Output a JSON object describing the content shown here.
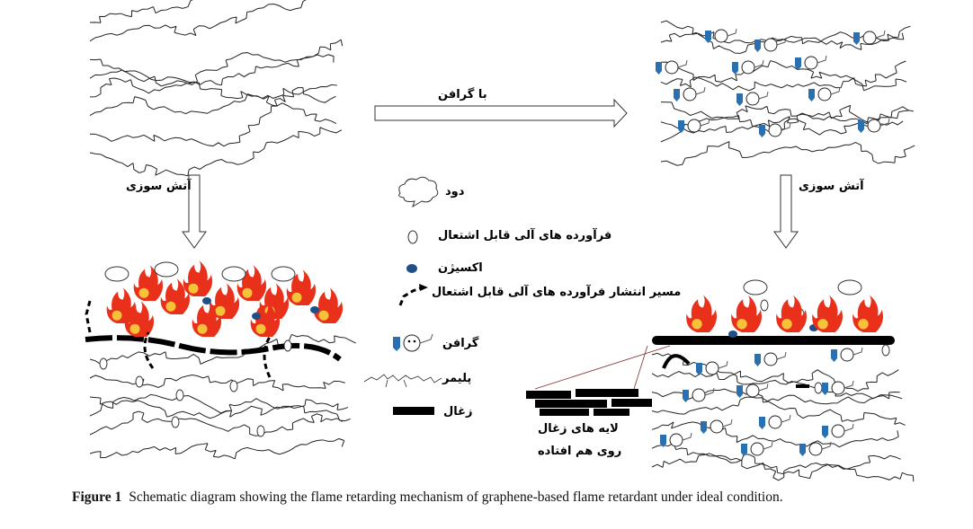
{
  "labels": {
    "with_graphene": "با گرافن",
    "fire_left": "آتش سوزی",
    "fire_right": "آتش سوزی",
    "overlapping_char_line1": "لایه های زغال",
    "overlapping_char_line2": "روی هم افتاده"
  },
  "legend": [
    {
      "icon": "smoke-cloud-icon",
      "label": "دود"
    },
    {
      "icon": "combustible-product-circle-icon",
      "label": "فرآورده های آلی قابل اشتعال"
    },
    {
      "icon": "oxygen-sphere-icon",
      "label": "اکسیژن"
    },
    {
      "icon": "diffusion-path-arrow-icon",
      "label": "مسیر انتشار فرآورده های آلی قابل اشتعال"
    },
    {
      "icon": "graphene-character-icon",
      "label": "گرافن"
    },
    {
      "icon": "polymer-chain-icon",
      "label": "پلیمر"
    },
    {
      "icon": "char-bar-icon",
      "label": "زغال"
    }
  ],
  "caption": {
    "number": "Figure 1",
    "text": "Schematic diagram showing the flame retarding mechanism of graphene-based flame retardant under ideal condition."
  },
  "colors": {
    "flame": "#e8301a",
    "flame_core": "#f6c23a",
    "graphene": "#2a6fb0",
    "char": "#000000"
  }
}
